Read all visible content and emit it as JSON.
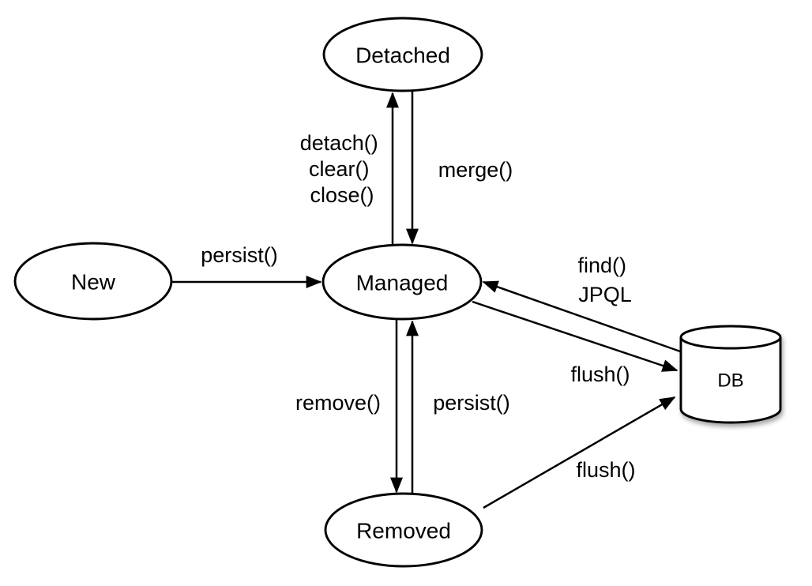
{
  "diagram": {
    "background_color": "#ffffff",
    "stroke_color": "#000000",
    "text_color": "#000000",
    "nodes": {
      "new": {
        "label": "New",
        "shape": "ellipse"
      },
      "managed": {
        "label": "Managed",
        "shape": "ellipse"
      },
      "detached": {
        "label": "Detached",
        "shape": "ellipse"
      },
      "removed": {
        "label": "Removed",
        "shape": "ellipse"
      },
      "db": {
        "label": "DB",
        "shape": "cylinder"
      }
    },
    "edges": [
      {
        "from": "New",
        "to": "Managed",
        "label": "persist()"
      },
      {
        "from": "Managed",
        "to": "Detached",
        "label_lines": [
          "detach()",
          "clear()",
          "close()"
        ]
      },
      {
        "from": "Detached",
        "to": "Managed",
        "label": "merge()"
      },
      {
        "from": "Managed",
        "to": "Removed",
        "label": "remove()"
      },
      {
        "from": "Removed",
        "to": "Managed",
        "label": "persist()"
      },
      {
        "from": "DB",
        "to": "Managed",
        "label_lines": [
          "find()",
          "JPQL"
        ]
      },
      {
        "from": "Managed",
        "to": "DB",
        "label": "flush()"
      },
      {
        "from": "Removed",
        "to": "DB",
        "label": "flush()"
      }
    ]
  }
}
